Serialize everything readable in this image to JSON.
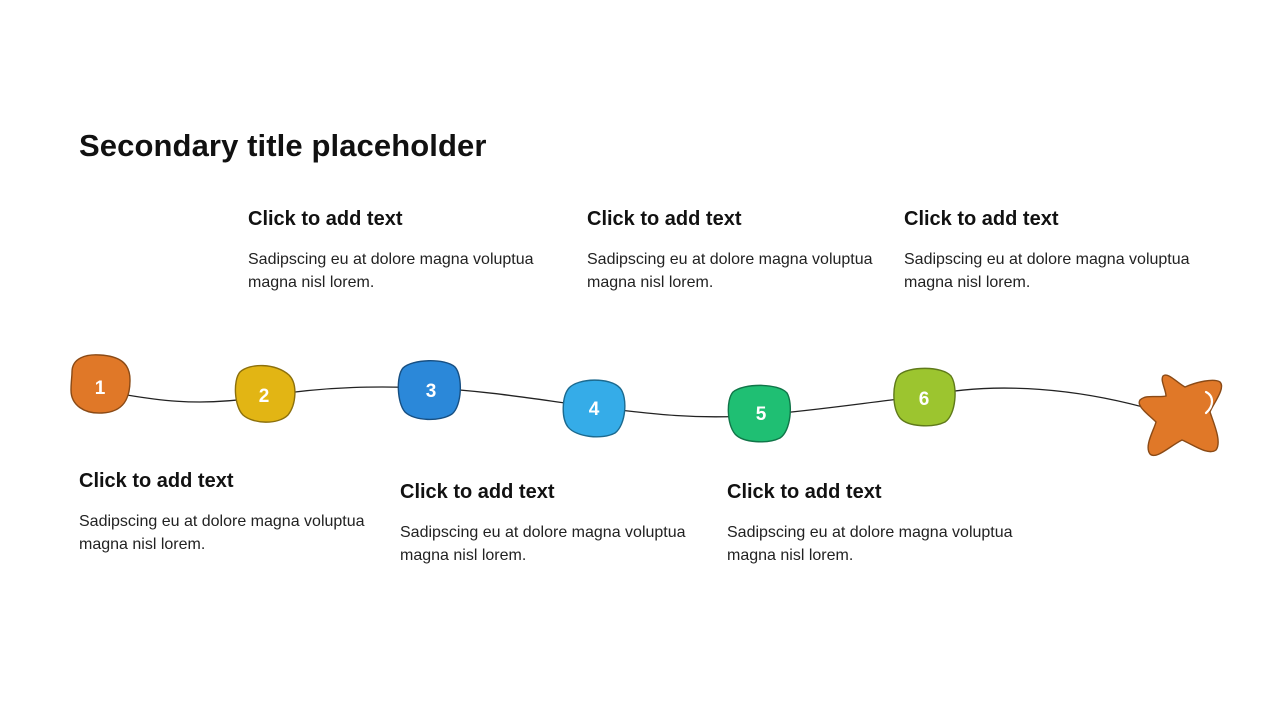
{
  "title": "Secondary title placeholder",
  "steps": [
    {
      "number": "1",
      "heading": "Click to add text",
      "body": "Sadipscing eu at dolore magna voluptua magna nisl lorem.",
      "color": "#E07828",
      "outline": "#8A4A16"
    },
    {
      "number": "2",
      "heading": "Click to add text",
      "body": "Sadipscing eu at dolore magna voluptua magna nisl lorem.",
      "color": "#E2B514",
      "outline": "#8C700C"
    },
    {
      "number": "3",
      "heading": "Click to add text",
      "body": "Sadipscing eu at dolore magna voluptua magna nisl lorem.",
      "color": "#2B88D9",
      "outline": "#174F82"
    },
    {
      "number": "4",
      "heading": "Click to add text",
      "body": "Sadipscing eu at dolore magna voluptua magna nisl lorem.",
      "color": "#35ACE8",
      "outline": "#1C6A8F"
    },
    {
      "number": "5",
      "heading": "Click to add text",
      "body": "Sadipscing eu at dolore magna voluptua magna nisl lorem.",
      "color": "#1FBF73",
      "outline": "#107548"
    },
    {
      "number": "6",
      "heading": "Click to add text",
      "body": "Sadipscing eu at dolore magna voluptua magna nisl lorem.",
      "color": "#9CC52F",
      "outline": "#5F7A1A"
    }
  ],
  "goal": {
    "icon": "star-icon",
    "color": "#E07828",
    "outline": "#8A4A16"
  }
}
